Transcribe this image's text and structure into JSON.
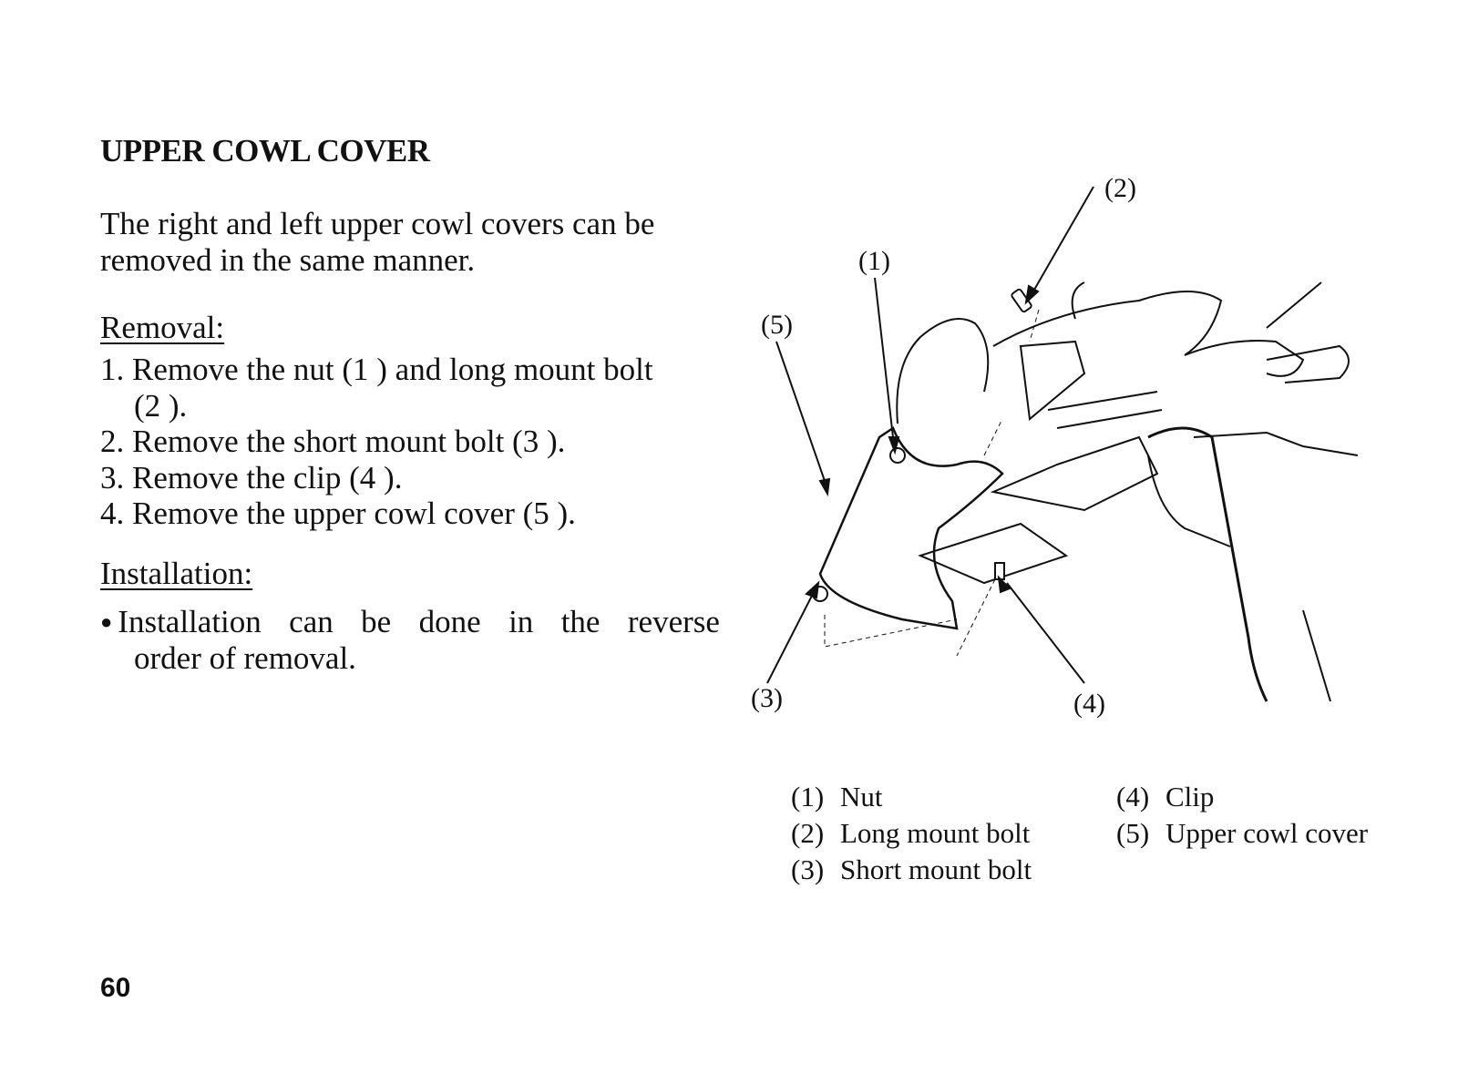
{
  "title": "UPPER COWL COVER",
  "intro": "The right and left upper cowl covers can be removed in the same manner.",
  "removal": {
    "label": "Removal:",
    "steps": [
      "1. Remove the nut (1 ) and long mount bolt",
      "(2 ).",
      "2. Remove the short mount bolt (3 ).",
      "3. Remove the clip (4 ).",
      "4. Remove the upper cowl cover (5 )."
    ]
  },
  "installation": {
    "label": "Installation:",
    "bullet_words": [
      "Installation",
      "can",
      "be",
      "done",
      "in",
      "the",
      "reverse"
    ],
    "bullet_cont": "order of removal."
  },
  "figure": {
    "callouts": [
      "(1)",
      "(2)",
      "(3)",
      "(4)",
      "(5)"
    ]
  },
  "legend": {
    "left": [
      {
        "num": "(1)",
        "text": "Nut"
      },
      {
        "num": "(2)",
        "text": "Long mount bolt"
      },
      {
        "num": "(3)",
        "text": "Short mount bolt"
      }
    ],
    "right": [
      {
        "num": "(4)",
        "text": "Clip"
      },
      {
        "num": "(5)",
        "text": "Upper cowl cover"
      }
    ]
  },
  "page_number": "60"
}
